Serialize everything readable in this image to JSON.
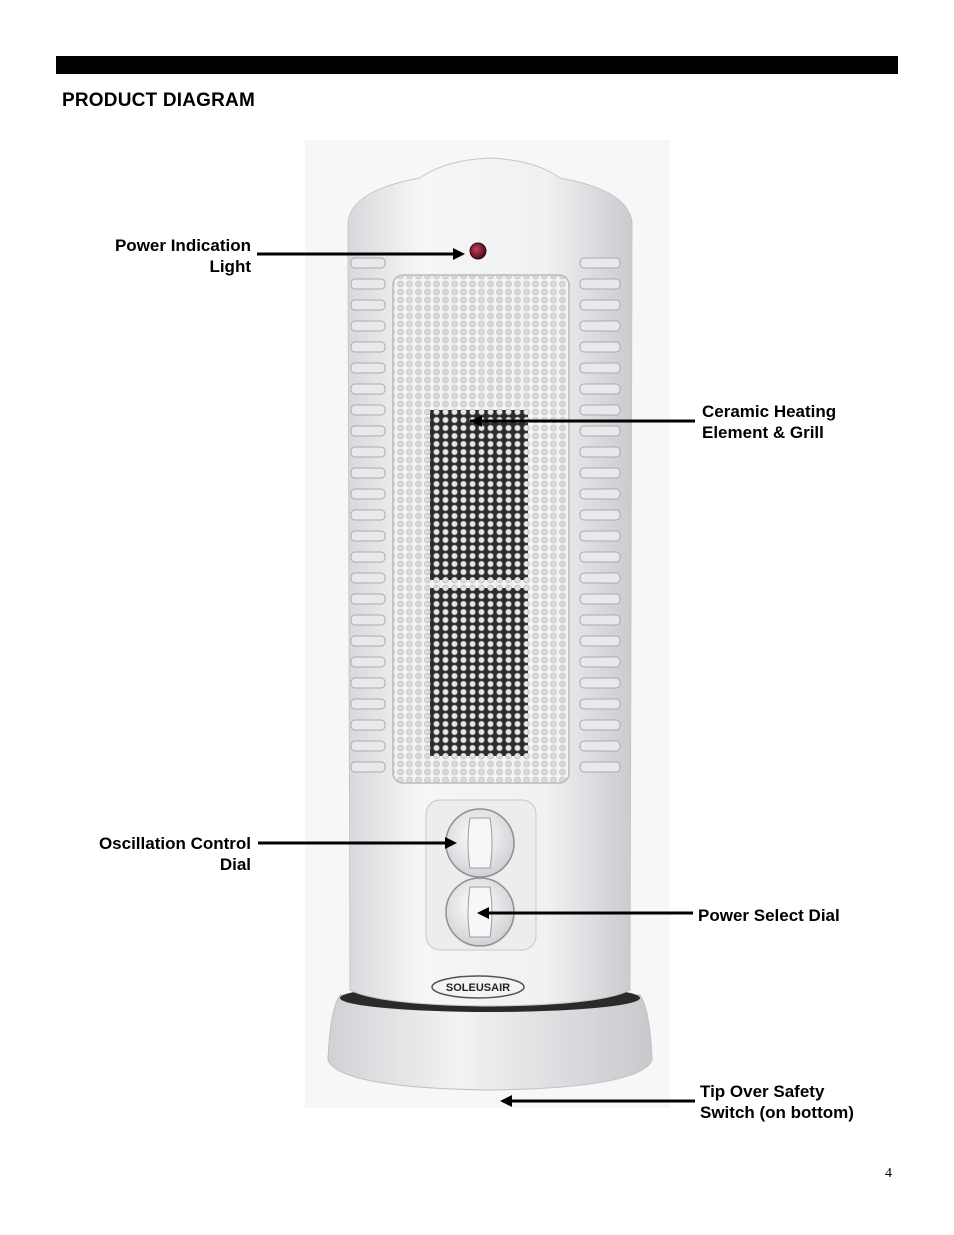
{
  "header": {
    "title": "PRODUCT DIAGRAM"
  },
  "callouts": {
    "power_light": {
      "line1": "Power Indication",
      "line2": "Light"
    },
    "ceramic": {
      "line1": "Ceramic Heating",
      "line2": "Element & Grill"
    },
    "oscillation": {
      "line1": "Oscillation Control",
      "line2": "Dial"
    },
    "power_select": {
      "line1": "Power Select Dial"
    },
    "tip_over": {
      "line1": "Tip Over Safety",
      "line2": "Switch (on bottom)"
    }
  },
  "product": {
    "brand_logo": "SOLEUSAIR"
  },
  "footer": {
    "page_number": "4"
  }
}
